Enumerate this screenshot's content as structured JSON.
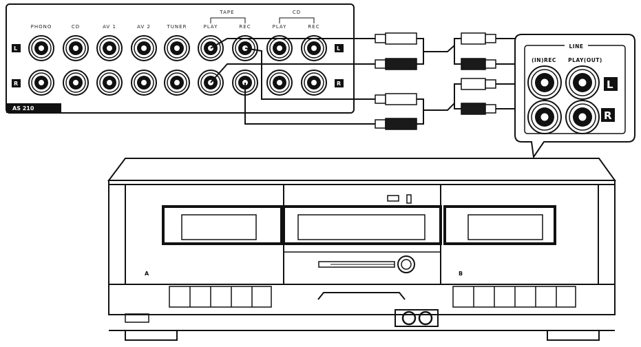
{
  "amplifier": {
    "inputs": [
      "PHONO",
      "CD",
      "AV 1",
      "AV 2",
      "TUNER"
    ],
    "tape_group": "TAPE",
    "cd_group": "CD",
    "play_label": "PLAY",
    "rec_label": "REC",
    "left_marker": "L",
    "right_marker": "R",
    "model": "AS 210"
  },
  "deck_panel": {
    "line_label": "LINE",
    "in_rec_label": "(IN)REC",
    "play_out_label": "PLAY(OUT)",
    "left_marker": "L",
    "right_marker": "R"
  },
  "deck": {
    "deck_a_label": "A",
    "deck_b_label": "B"
  },
  "colors": {
    "ink": "#111111",
    "paper": "#ffffff",
    "plug_dark": "#1a1a1a"
  }
}
